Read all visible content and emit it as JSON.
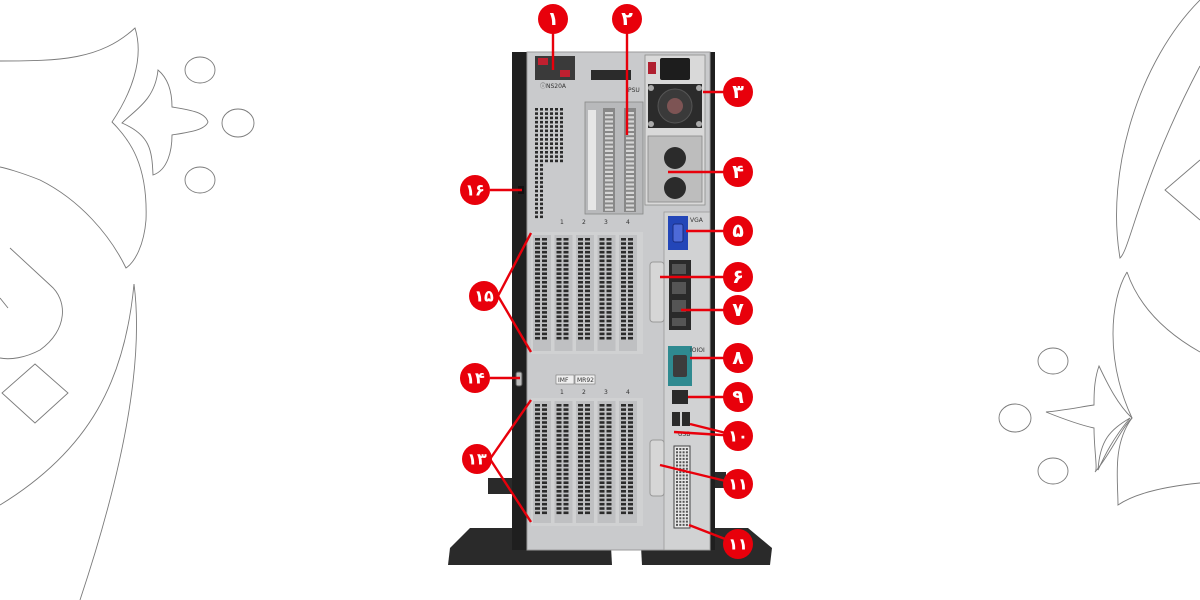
{
  "diagram": {
    "subject": "Tower server rear panel",
    "accent_color": "#e8000b",
    "line_color": "#e8000b",
    "chassis_color": "#c8c9cb",
    "frame_color": "#1f1f1f",
    "callouts": [
      {
        "id": "c1",
        "label": "۱"
      },
      {
        "id": "c2",
        "label": "۲"
      },
      {
        "id": "c3",
        "label": "۳"
      },
      {
        "id": "c4",
        "label": "۴"
      },
      {
        "id": "c5",
        "label": "۵"
      },
      {
        "id": "c6",
        "label": "۶"
      },
      {
        "id": "c7",
        "label": "۷"
      },
      {
        "id": "c8",
        "label": "۸"
      },
      {
        "id": "c9",
        "label": "۹"
      },
      {
        "id": "c10",
        "label": "۱۰"
      },
      {
        "id": "c11a",
        "label": "۱۱"
      },
      {
        "id": "c11b",
        "label": "۱۱"
      },
      {
        "id": "c13",
        "label": "۱۳"
      },
      {
        "id": "c14",
        "label": "۱۴"
      },
      {
        "id": "c15",
        "label": "۱۵"
      },
      {
        "id": "c16",
        "label": "۱۶"
      }
    ],
    "panel_text": {
      "psu_label": "PSU",
      "power_label": "ⓘNS20A",
      "slot_numbers": [
        "1",
        "2",
        "3",
        "4"
      ],
      "lower_slot_numbers": [
        "1",
        "2",
        "3",
        "4"
      ],
      "tag_a": "IMF",
      "tag_b": "MR92",
      "vga_label": "VGA",
      "serial_label": "IOIOI",
      "usb_label": "USB"
    }
  }
}
